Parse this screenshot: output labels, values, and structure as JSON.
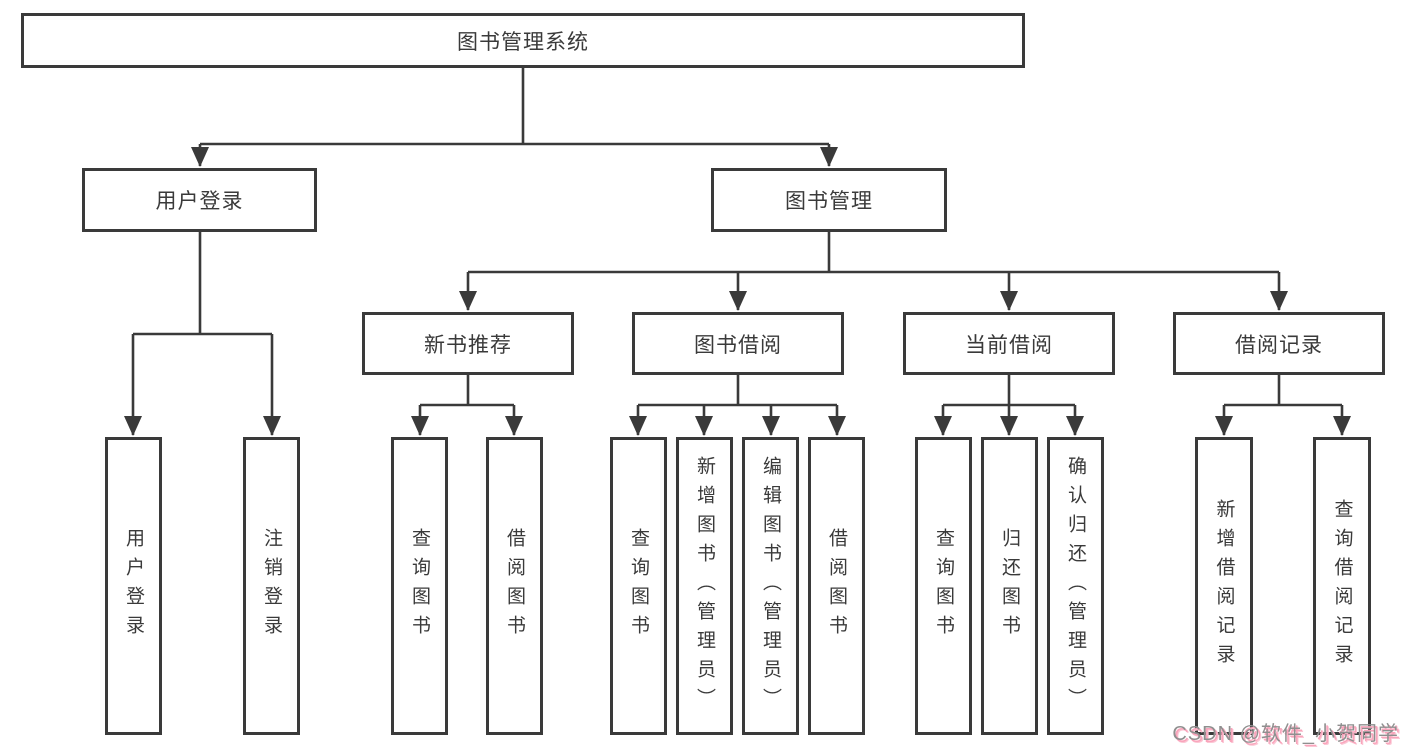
{
  "diagram": {
    "root": {
      "label": "图书管理系统"
    },
    "level2": [
      {
        "label": "用户登录"
      },
      {
        "label": "图书管理"
      }
    ],
    "level3": [
      {
        "label": "新书推荐"
      },
      {
        "label": "图书借阅"
      },
      {
        "label": "当前借阅"
      },
      {
        "label": "借阅记录"
      }
    ],
    "leaves": {
      "user_login": [
        "用户登录",
        "注销登录"
      ],
      "new_books": [
        "查询图书",
        "借阅图书"
      ],
      "book_borrow": [
        "查询图书",
        "新增图书（管理员）",
        "编辑图书（管理员）",
        "借阅图书"
      ],
      "current_borrow": [
        "查询图书",
        "归还图书",
        "确认归还（管理员）"
      ],
      "borrow_records": [
        "新增借阅记录",
        "查询借阅记录"
      ]
    }
  },
  "watermark": {
    "text": "CSDN @软件_小贺同学"
  },
  "colors": {
    "line": "#3a3a3a",
    "box_border": "#3a3a3a",
    "watermark_gray": "#8f8f8f",
    "watermark_pink": "#f9a4bb"
  }
}
